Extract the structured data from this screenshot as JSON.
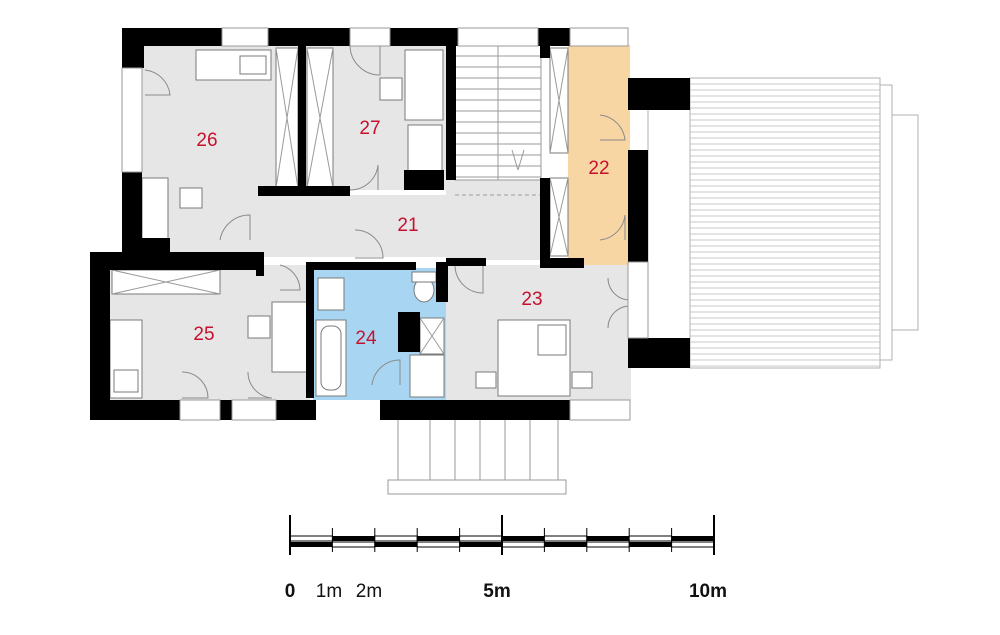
{
  "rooms": [
    {
      "id": "26",
      "label": "26",
      "color": "#e6e6e6"
    },
    {
      "id": "27",
      "label": "27",
      "color": "#e6e6e6"
    },
    {
      "id": "21",
      "label": "21",
      "color": "#e6e6e6"
    },
    {
      "id": "22",
      "label": "22",
      "color": "#f8d6a4"
    },
    {
      "id": "25",
      "label": "25",
      "color": "#e6e6e6"
    },
    {
      "id": "24",
      "label": "24",
      "color": "#a8d6f2"
    },
    {
      "id": "23",
      "label": "23",
      "color": "#e6e6e6"
    }
  ],
  "scale_bar": {
    "labels": [
      "0",
      "1m",
      "2m",
      "5m",
      "10m"
    ]
  },
  "colors": {
    "wall": "#000000",
    "floor": "#e6e6e6",
    "room_22": "#f8d6a4",
    "room_24": "#a8d6f2",
    "label": "#c8102e"
  }
}
